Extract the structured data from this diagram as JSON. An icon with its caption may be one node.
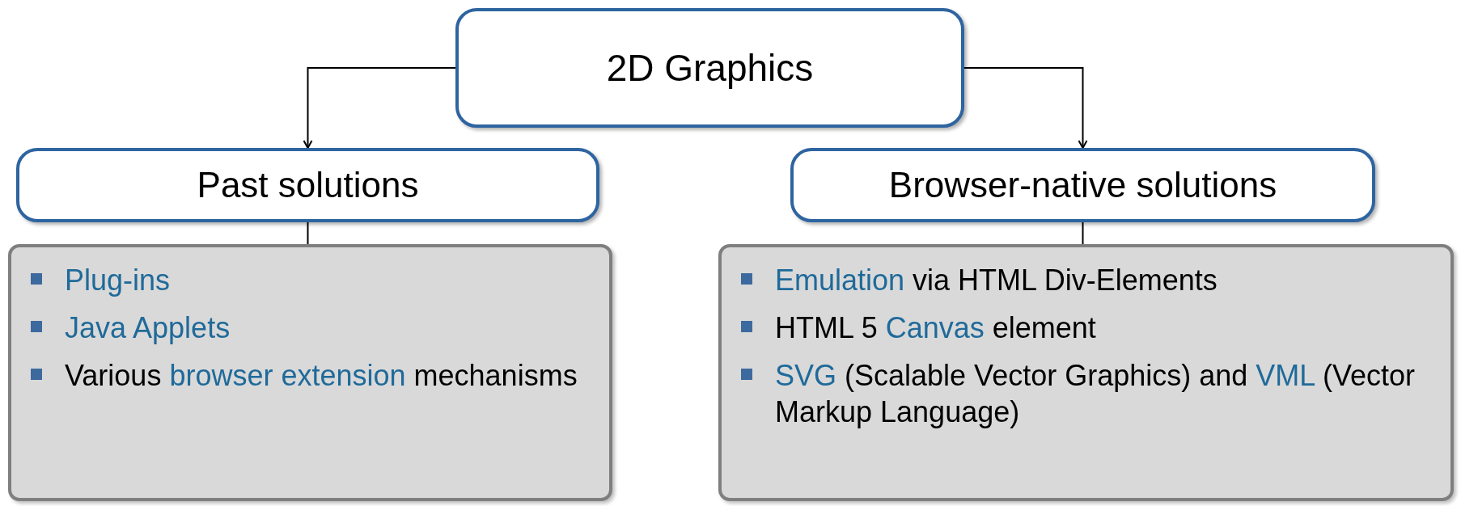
{
  "diagram": {
    "nodes": [
      {
        "text": [
          "2D Graphics"
        ]
      },
      {
        "text": [
          "Past solutions"
        ]
      },
      {
        "text": [
          "Browser-native solutions"
        ]
      },
      {
        "text": [
          "**Plug-ins**",
          "**Java Applets**",
          "Various **browser extension** mechanisms"
        ]
      },
      {
        "text": [
          "**Emulation** via HTML Div-Elements",
          "HTML 5 **Canvas** element",
          "**SVG** (Scalable Vector Graphics) and **VML** (Vector Markup Language)"
        ]
      }
    ],
    "edges": [
      {
        "from": 0,
        "to": 1,
        "arrow": "to"
      },
      {
        "from": 0,
        "to": 2,
        "arrow": "to"
      },
      {
        "from": 1,
        "to": 3,
        "arrow": "none"
      },
      {
        "from": 2,
        "to": 4,
        "arrow": "none"
      }
    ]
  }
}
